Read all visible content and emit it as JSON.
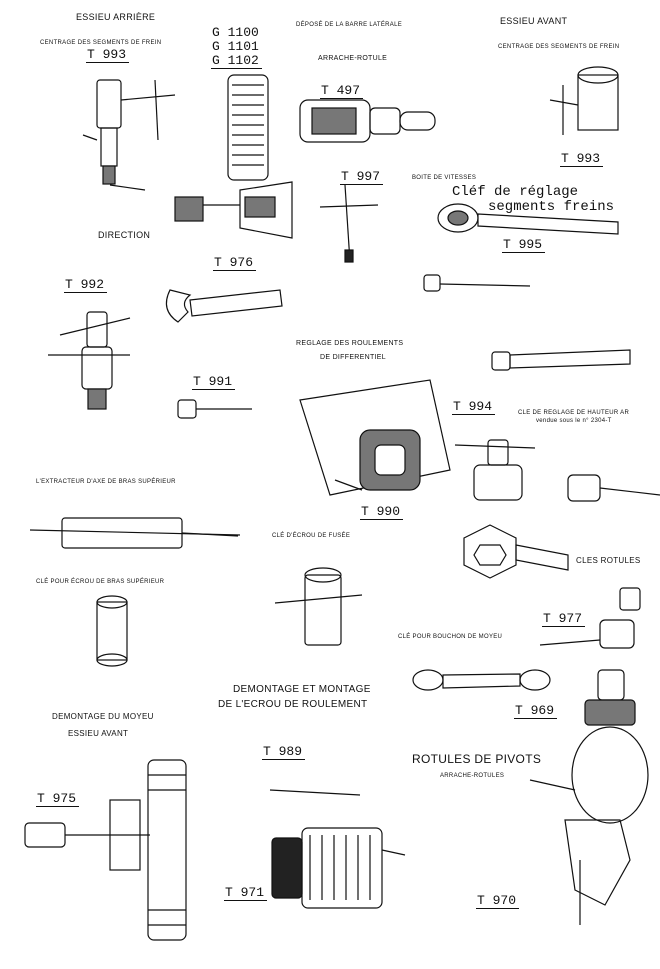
{
  "labels": {
    "essieu_arriere": "ESSIEU ARRIÈRE",
    "centrage_frein_ar": "CENTRAGE DES SEGMENTS DE FREIN",
    "depose_barre": "DÉPOSÉ DE LA BARRE LATÉRALE",
    "arrache_rotule_1": "ARRACHE-ROTULE",
    "essieu_avant_1": "ESSIEU AVANT",
    "centrage_frein_av": "CENTRAGE DES SEGMENTS DE FREIN",
    "boite_vitesses": "BOITE DE VITESSES",
    "cle_reglage_line1": "Cléf de réglage",
    "cle_reglage_line2": "segments freins",
    "direction": "DIRECTION",
    "reglage_roulements_1": "REGLAGE DES ROULEMENTS",
    "reglage_roulements_2": "DE DIFFERENTIEL",
    "cle_hauteur_1": "CLE DE REGLAGE DE HAUTEUR AR",
    "cle_hauteur_2": "vendue sous le n° 2304-T",
    "extracteur_axe": "L'EXTRACTEUR D'AXE DE BRAS SUPÉRIEUR",
    "cle_ecrou_fusee": "CLÉ D'ÉCROU DE FUSÉE",
    "cles_rotules": "CLES ROTULES",
    "cle_ecrou_bras": "CLÉ POUR ÉCROU DE BRAS SUPÉRIEUR",
    "cle_bouchon": "CLÉ POUR BOUCHON DE MOYEU",
    "demontage_montage_1": "DEMONTAGE ET MONTAGE",
    "demontage_montage_2": "DE L'ECROU DE ROULEMENT",
    "demontage_moyeu": "DEMONTAGE DU MOYEU",
    "essieu_avant_2": "ESSIEU AVANT",
    "rotules_pivots": "ROTULES DE PIVOTS",
    "arrache_rotules_2": "ARRACHE-ROTULES"
  },
  "codes": {
    "g1100": "G 1100",
    "g1101": "G 1101",
    "g1102": "G 1102",
    "t993a": "T 993",
    "t497": "T 497",
    "t993b": "T 993",
    "t997": "T 997",
    "t995": "T 995",
    "t976": "T 976",
    "t992": "T 992",
    "t991": "T 991",
    "t994": "T 994",
    "t990": "T 990",
    "t977": "T 977",
    "t969": "T 969",
    "t989": "T 989",
    "t975": "T 975",
    "t971": "T 971",
    "t970": "T 970"
  }
}
